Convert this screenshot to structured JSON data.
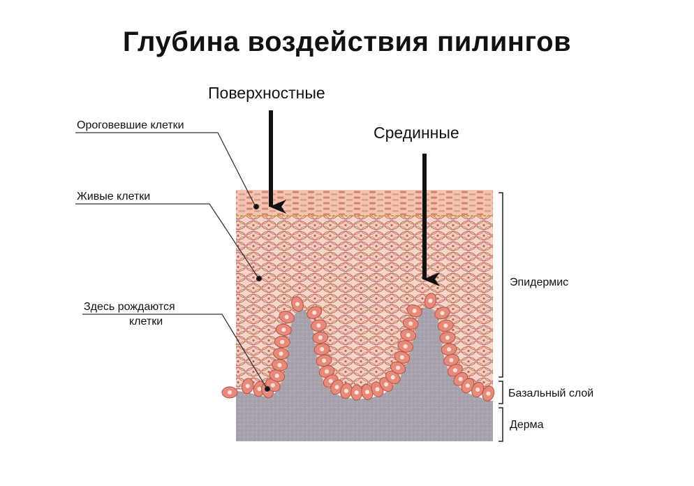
{
  "title": "Глубина воздействия пилингов",
  "arrows": {
    "superficial": "Поверхностные",
    "medium": "Срединные"
  },
  "left_labels": {
    "keratinized": "Ороговевшие клетки",
    "living": "Живые клетки",
    "born_line1": "Здесь рождаются",
    "born_line2": "клетки"
  },
  "right_labels": {
    "epidermis": "Эпидермис",
    "basal": "Базальный слой",
    "dermis": "Дерма"
  },
  "colors": {
    "horny_layer": "#f2c4b4",
    "living_layer": "#f6d5ca",
    "cell_outline": "#b86a5a",
    "basal_cell": "#e9897a",
    "dermis": "#a8a2ad",
    "ink": "#111111"
  }
}
